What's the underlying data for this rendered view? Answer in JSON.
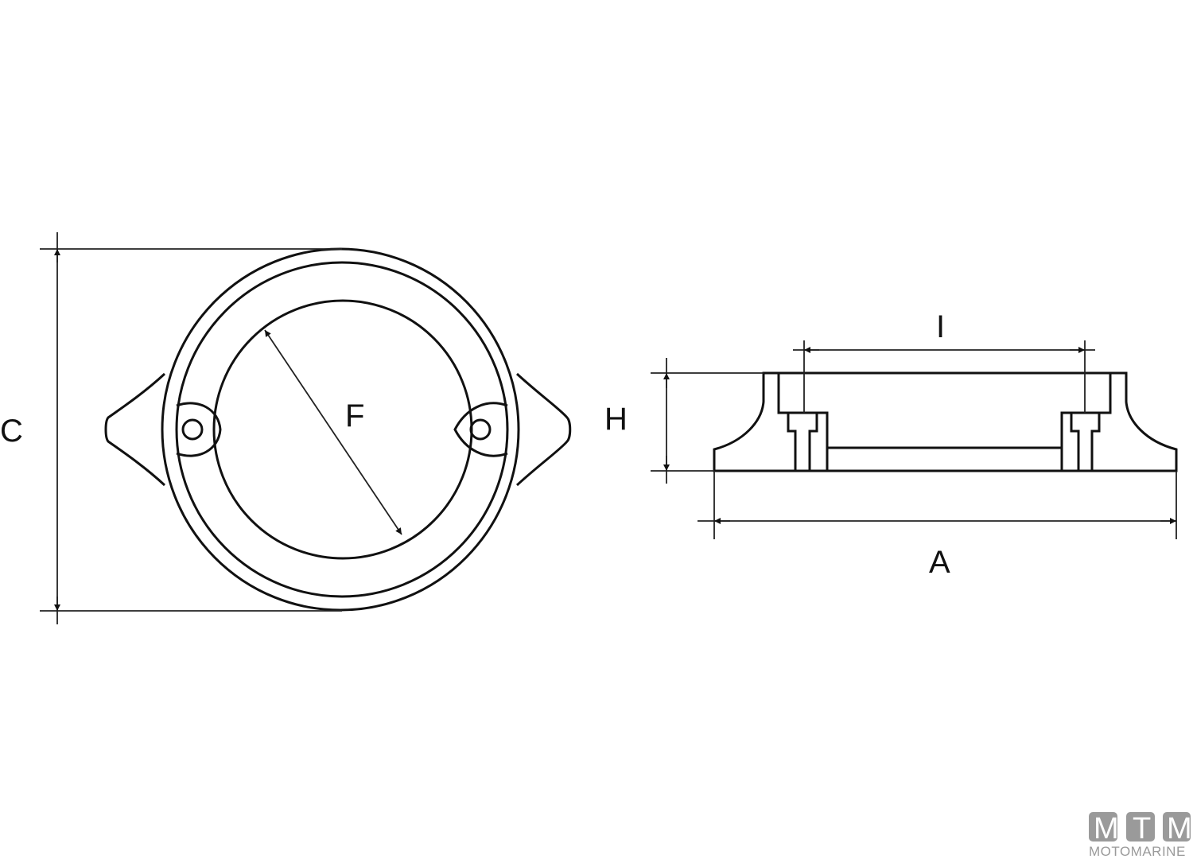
{
  "labels": {
    "C": "C",
    "F": "F",
    "H": "H",
    "I": "I",
    "A": "A"
  },
  "logo": {
    "letters": [
      "M",
      "T",
      "M"
    ],
    "text": "MOTOMARINE",
    "color": "#9a9a9a"
  },
  "colors": {
    "line": "#111111",
    "dimension": "#222222"
  }
}
